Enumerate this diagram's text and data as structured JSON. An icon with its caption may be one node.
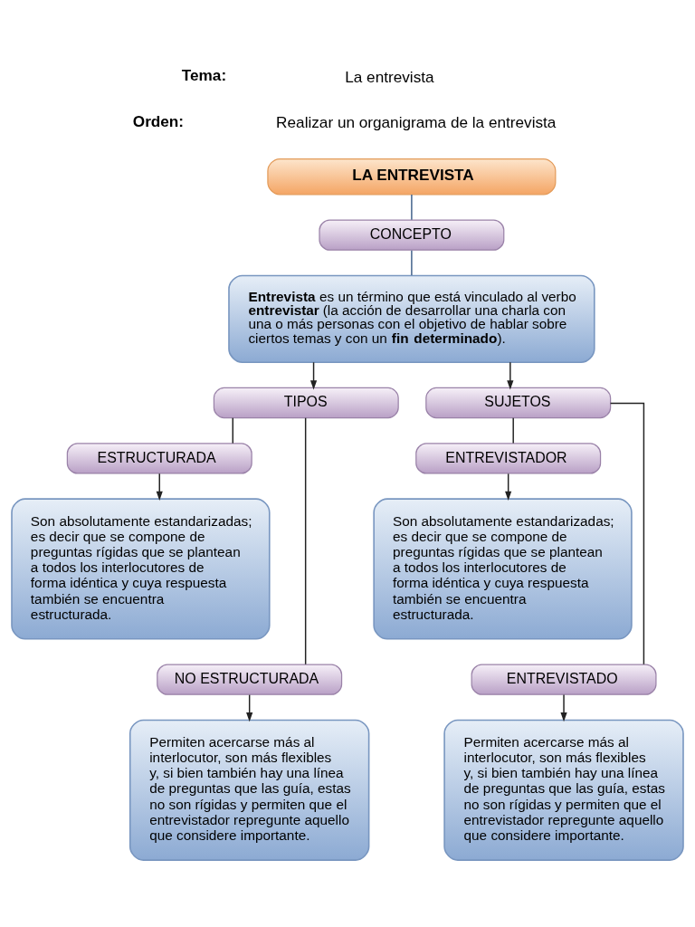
{
  "diagram": {
    "nodes": [
      {
        "text": [
          "LA ENTREVISTA"
        ]
      },
      {
        "text": [
          "CONCEPTO"
        ]
      },
      {
        "text": [
          "**Entrevista** es un término que está vinculado al verbo **entrevistar** (la acción de desarrollar una charla con una o más personas con el objetivo de hablar sobre ciertos temas y con un **fin determinado**)."
        ]
      },
      {
        "text": [
          "TIPOS"
        ]
      },
      {
        "text": [
          "SUJETOS"
        ]
      },
      {
        "text": [
          "ESTRUCTURADA"
        ]
      },
      {
        "text": [
          "ENTREVISTADOR"
        ]
      },
      {
        "text": [
          "Son absolutamente estandarizadas; es decir que se compone de preguntas rígidas que se plantean a todos los interlocutores de forma idéntica y cuya respuesta también se encuentra estructurada."
        ]
      },
      {
        "text": [
          "Son absolutamente estandarizadas; es decir que se compone de preguntas rígidas que se plantean a todos los interlocutores de forma idéntica y cuya respuesta también se encuentra estructurada."
        ]
      },
      {
        "text": [
          "NO ESTRUCTURADA"
        ]
      },
      {
        "text": [
          "ENTREVISTADO"
        ]
      },
      {
        "text": [
          "Permiten acercarse más al interlocutor, son más flexibles y, si bien también hay una línea de preguntas que las guía, estas no son rígidas y permiten que el entrevistador repregunte aquello que considere importante."
        ]
      },
      {
        "text": [
          "Permiten acercarse más al interlocutor, son más flexibles y, si bien también hay una línea de preguntas que las guía, estas no son rígidas y permiten que el entrevistador repregunte aquello que considere importante."
        ]
      }
    ],
    "edges": [
      {
        "from": 0,
        "to": 1,
        "arrow": "none",
        "color": "#41618a"
      },
      {
        "from": 1,
        "to": 2,
        "arrow": "none",
        "color": "#41618a"
      },
      {
        "from": 2,
        "to": 3,
        "arrow": "to"
      },
      {
        "from": 2,
        "to": 4,
        "arrow": "to"
      },
      {
        "from": 3,
        "to": 5,
        "arrow": "none"
      },
      {
        "from": 3,
        "to": 9,
        "arrow": "none"
      },
      {
        "from": 5,
        "to": 7,
        "arrow": "to"
      },
      {
        "from": 9,
        "to": 11,
        "arrow": "to"
      },
      {
        "from": 4,
        "to": 6,
        "arrow": "none"
      },
      {
        "from": 4,
        "to": 10,
        "arrow": "none"
      },
      {
        "from": 6,
        "to": 8,
        "arrow": "to"
      },
      {
        "from": 10,
        "to": 12,
        "arrow": "to"
      }
    ],
    "labels": [
      "Tema:",
      "La entrevista",
      "Orden:",
      "Realizar un organigrama de la entrevista"
    ]
  }
}
